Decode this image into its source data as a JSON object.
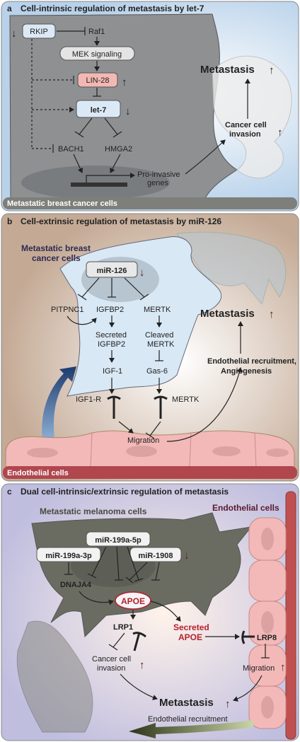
{
  "panel_a": {
    "label": "a",
    "title": "Cell-intrinsic regulation of metastasis by let-7",
    "footer": "Metastatic breast cancer cells",
    "nodes": {
      "rkip": "RKIP",
      "raf1": "Raf1",
      "mek": "MEK signaling",
      "lin28": "LIN-28",
      "let7": "let-7",
      "bach1": "BACH1",
      "hmga2": "HMGA2",
      "pro_invasive_1": "Pro-invasive",
      "pro_invasive_2": "genes",
      "invasion_1": "Cancer cell",
      "invasion_2": "invasion",
      "metastasis": "Metastasis"
    },
    "arrows": {
      "up": "↑",
      "down": "↓"
    }
  },
  "panel_b": {
    "label": "b",
    "title": "Cell-extrinsic regulation of metastasis by miR-126",
    "cells_1": "Metastatic breast",
    "cells_2": "cancer cells",
    "footer": "Endothelial cells",
    "nodes": {
      "mir126": "miR-126",
      "pitpnc1": "PITPNC1",
      "igfbp2": "IGFBP2",
      "mertk": "MERTK",
      "secreted_1": "Secreted",
      "secreted_2": "IGFBP2",
      "cleaved_1": "Cleaved",
      "cleaved_2": "MERTK",
      "igf1": "IGF-1",
      "gas6": "Gas-6",
      "igf1r": "IGF1-R",
      "mertk_receptor": "MERTK",
      "migration": "Migration",
      "metastasis": "Metastasis",
      "endo_recruit_1": "Endothelial recruitment,",
      "endo_recruit_2": "Angiogenesis"
    }
  },
  "panel_c": {
    "label": "c",
    "title": "Dual cell-intrinsic/extrinsic regulation of metastasis",
    "melanoma": "Metastatic melanoma cells",
    "endothelial": "Endothelial cells",
    "nodes": {
      "mir199a5p": "miR-199a-5p",
      "mir199a3p": "miR-199a-3p",
      "mir1908": "miR-1908",
      "dnaja4": "DNAJA4",
      "apoe": "APOE",
      "lrp1": "LRP1",
      "secreted_1": "Secreted",
      "secreted_2": "APOE",
      "lrp8": "LRP8",
      "migration": "Migration",
      "invasion_1": "Cancer cell",
      "invasion_2": "invasion",
      "metastasis": "Metastasis",
      "endo_recruit": "Endothelial recruitment"
    }
  },
  "colors": {
    "accent_red": "#b5202e",
    "dark_red_arrow": "#5a1a1a"
  }
}
